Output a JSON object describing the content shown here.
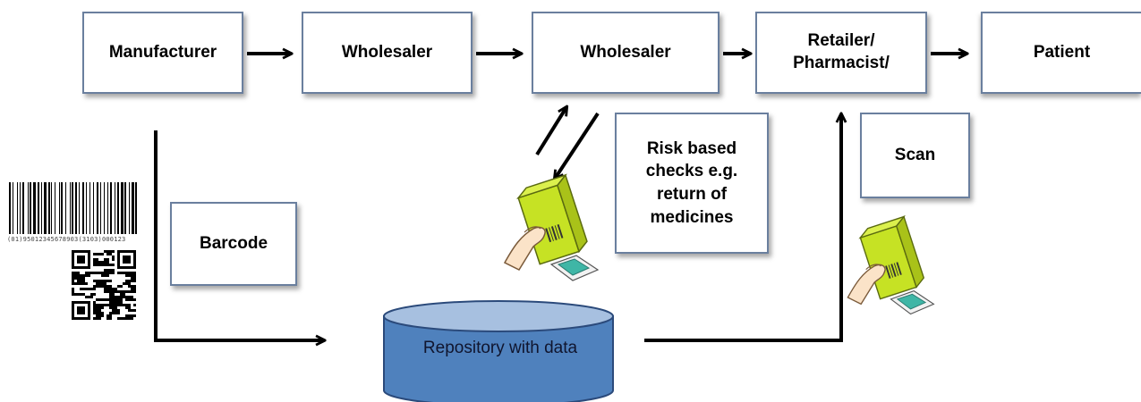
{
  "flow": {
    "manufacturer": "Manufacturer",
    "wholesaler_1": "Wholesaler",
    "wholesaler_2": "Wholesaler",
    "retailer_line1": "Retailer/",
    "retailer_line2": "Pharmacist/",
    "patient": "Patient"
  },
  "side_boxes": {
    "risk_line1": "Risk based",
    "risk_line2": "checks e.g.",
    "risk_line3": "return of",
    "risk_line4": "medicines",
    "scan": "Scan",
    "barcode": "Barcode"
  },
  "repository": {
    "label": "Repository with data"
  },
  "barcode_digits": "(01)95012345678903(3103)000123",
  "icons": [
    "barcode-icon",
    "qr-code-icon",
    "hand-scanning-box-icon",
    "scanner-icon"
  ],
  "colors": {
    "box_border": "#6a7f9e",
    "cylinder_fill": "#4f81bd",
    "cylinder_top": "#a7c0e0",
    "cylinder_stroke": "#2b4a7b",
    "medicine_box": "#c6e224"
  }
}
